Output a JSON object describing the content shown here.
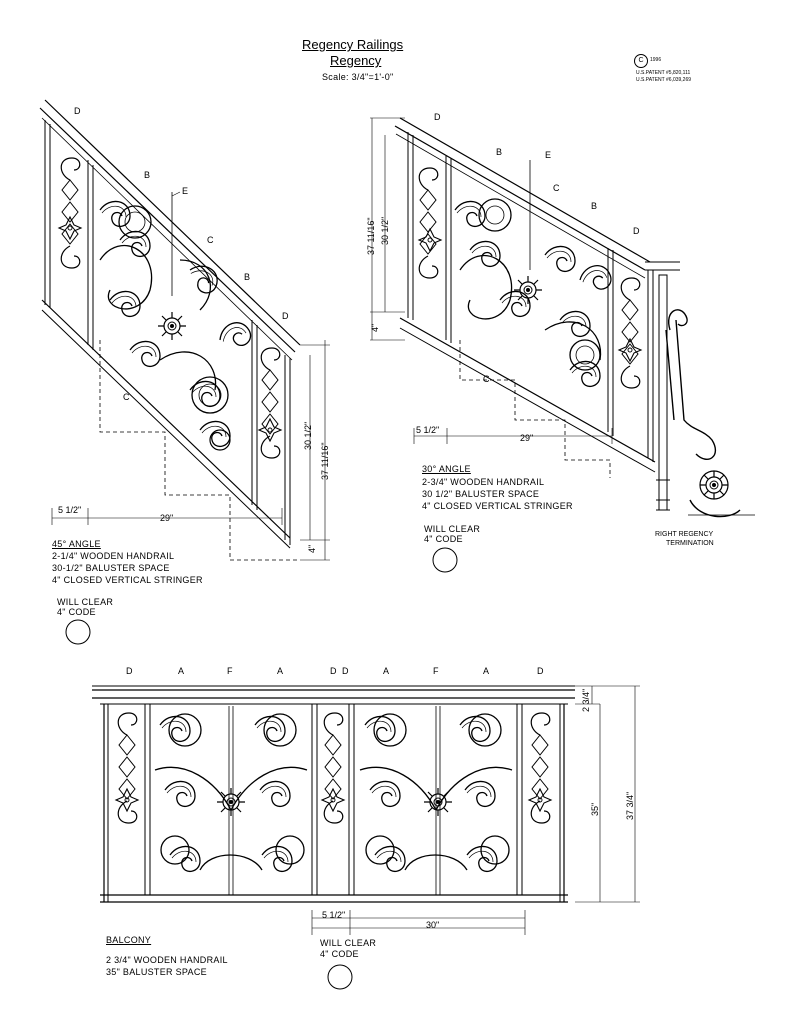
{
  "header": {
    "title": "Regency Railings",
    "subtitle": "Regency",
    "scale": "Scale: 3/4\"=1'-0\"",
    "copyright_mark": "C",
    "year": "1996",
    "patent1": "U.S.PATENT #5,820,111",
    "patent2": "U.S.PATENT #6,039,269"
  },
  "stair45": {
    "letters": [
      "D",
      "B",
      "E",
      "C",
      "B",
      "D",
      "C"
    ],
    "dim_rise": "30 1/2\"",
    "dim_total": "37 11/16\"",
    "dim_stringer": "4\"",
    "dim_offset": "5 1/2\"",
    "dim_run": "29\"",
    "spec_title": "45° ANGLE",
    "spec_lines": [
      "2-1/4\" WOODEN HANDRAIL",
      "30-1/2\" BALUSTER SPACE",
      "4\" CLOSED VERTICAL STRINGER"
    ],
    "clear_title": "WILL CLEAR",
    "clear_code": "4\" CODE"
  },
  "stair30": {
    "letters": [
      "D",
      "B",
      "E",
      "C",
      "B",
      "D",
      "C"
    ],
    "dim_total": "37 11/16\"",
    "dim_rise": "30 1/2\"",
    "dim_stringer": "4\"",
    "dim_offset": "5 1/2\"",
    "dim_run": "29\"",
    "spec_title": "30° ANGLE",
    "spec_lines": [
      "2-3/4\" WOODEN HANDRAIL",
      "30 1/2\" BALUSTER SPACE",
      "4\" CLOSED VERTICAL STRINGER"
    ],
    "clear_title": "WILL CLEAR",
    "clear_code": "4\" CODE",
    "termination": [
      "RIGHT REGENCY",
      "TERMINATION"
    ]
  },
  "balcony": {
    "letters": [
      "D",
      "A",
      "F",
      "A",
      "D",
      "D",
      "A",
      "F",
      "A",
      "D"
    ],
    "dim_top": "2 3/4\"",
    "dim_space": "35\"",
    "dim_total": "37 3/4\"",
    "dim_offset": "5 1/2\"",
    "dim_run": "30\"",
    "spec_title": "BALCONY",
    "spec_lines": [
      "2 3/4\" WOODEN HANDRAIL",
      "35\" BALUSTER SPACE"
    ],
    "clear_title": "WILL CLEAR",
    "clear_code": "4\" CODE"
  }
}
